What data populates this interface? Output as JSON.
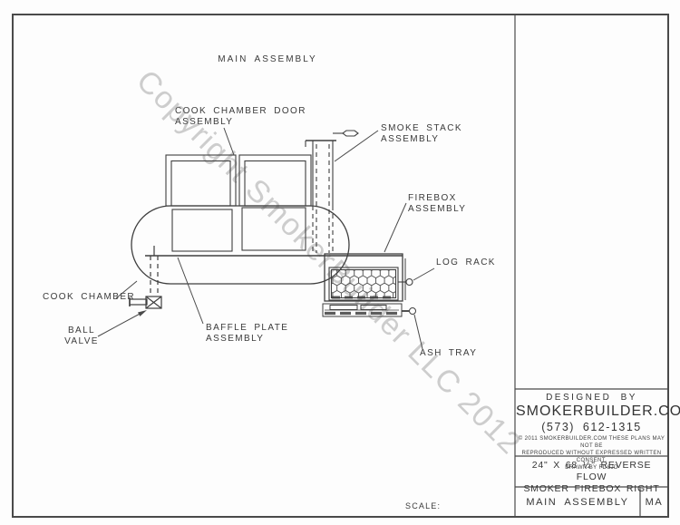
{
  "drawing": {
    "view_title": "MAIN ASSEMBLY",
    "scale_label": "SCALE:",
    "watermark": "Copyright SmokerBuilder LLC 2012",
    "labels": {
      "cook_chamber_door": [
        "COOK CHAMBER DOOR",
        "ASSEMBLY"
      ],
      "smoke_stack": [
        "SMOKE STACK",
        "ASSEMBLY"
      ],
      "firebox": [
        "FIREBOX",
        "ASSEMBLY"
      ],
      "log_rack": "LOG RACK",
      "ash_tray": "ASH TRAY",
      "cook_chamber": "COOK CHAMBER",
      "ball_valve": [
        "BALL",
        "VALVE"
      ],
      "baffle_plate": [
        "BAFFLE PLATE",
        "ASSEMBLY"
      ]
    }
  },
  "title_block": {
    "designed_by": "DESIGNED BY",
    "company": "SMOKERBUILDER.COM",
    "phone": "(573) 612-1315",
    "copyright": [
      "© 2011 SMOKERBUILDER.COM THESE PLANS MAY NOT BE",
      "REPRODUCED WITHOUT EXPRESSED WRITTEN CONSENT.",
      "DRAWN BY FD&JD"
    ],
    "model": [
      "24\" X 68 ½\" REVERSE FLOW",
      "SMOKER FIREBOX RIGHT"
    ],
    "sheet_title": "MAIN ASSEMBLY",
    "sheet_code": "MA"
  },
  "colors": {
    "line": "#3f3f3f",
    "watermark": "#7d7d7d",
    "paper": "#fdfdfd"
  }
}
